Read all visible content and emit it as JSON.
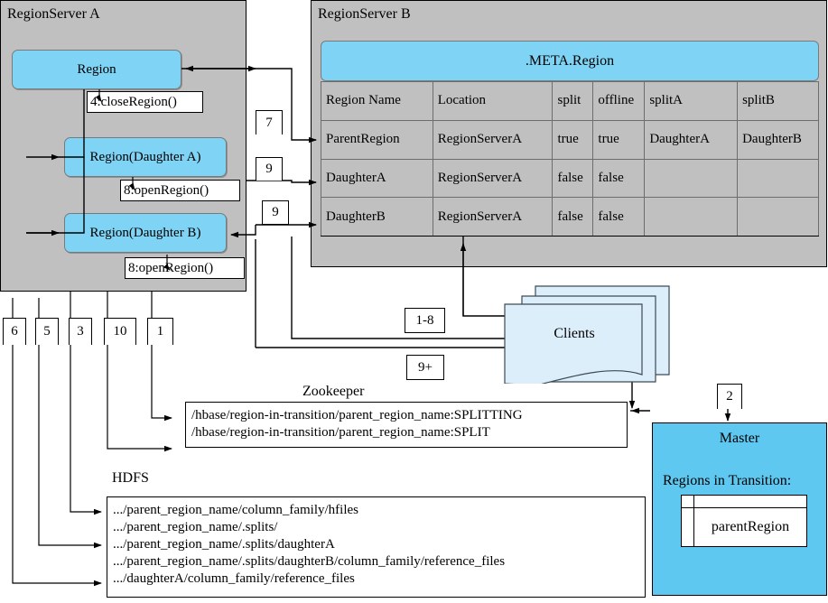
{
  "colors": {
    "server_fill": "#c0c0c0",
    "region_fill": "#7fd4f5",
    "master_fill": "#5ec8f0",
    "client_fill": "#ddeefb",
    "line": "#000000"
  },
  "regionserver_a": {
    "title": "RegionServer A",
    "regions": [
      {
        "label": "Region"
      },
      {
        "label": "Region(Daughter A)"
      },
      {
        "label": "Region(Daughter B)"
      }
    ],
    "callouts": [
      {
        "label": "4:closeRegion()"
      },
      {
        "label": "8:openRegion()"
      },
      {
        "label": "8:openRegion()"
      }
    ]
  },
  "regionserver_b": {
    "title": "RegionServer B",
    "meta_region_label": ".META.Region",
    "table": {
      "headers": [
        "Region Name",
        "Location",
        "split",
        "offline",
        "splitA",
        "splitB"
      ],
      "rows": [
        [
          "ParentRegion",
          "RegionServerA",
          "true",
          "true",
          "DaughterA",
          "DaughterB"
        ],
        [
          "DaughterA",
          "RegionServerA",
          "false",
          "false",
          "",
          ""
        ],
        [
          "DaughterB",
          "RegionServerA",
          "false",
          "false",
          "",
          ""
        ]
      ]
    }
  },
  "step_tags": {
    "left_column": [
      "6",
      "5",
      "3",
      "10",
      "1"
    ],
    "middle_column": [
      "7",
      "9",
      "9"
    ],
    "client_tags": [
      "1-8",
      "9+"
    ],
    "master_tag": "2"
  },
  "zookeeper": {
    "title": "Zookeeper",
    "lines": [
      "/hbase/region-in-transition/parent_region_name:SPLITTING",
      "/hbase/region-in-transition/parent_region_name:SPLIT"
    ]
  },
  "hdfs": {
    "title": "HDFS",
    "lines": [
      ".../parent_region_name/column_family/hfiles",
      ".../parent_region_name/.splits/",
      ".../parent_region_name/.splits/daughterA",
      ".../parent_region_name/.splits/daughterB/column_family/reference_files",
      ".../daughterA/column_family/reference_files"
    ]
  },
  "clients": {
    "label": "Clients"
  },
  "master": {
    "title": "Master",
    "subtitle": "Regions in Transition:",
    "entry": "parentRegion"
  }
}
